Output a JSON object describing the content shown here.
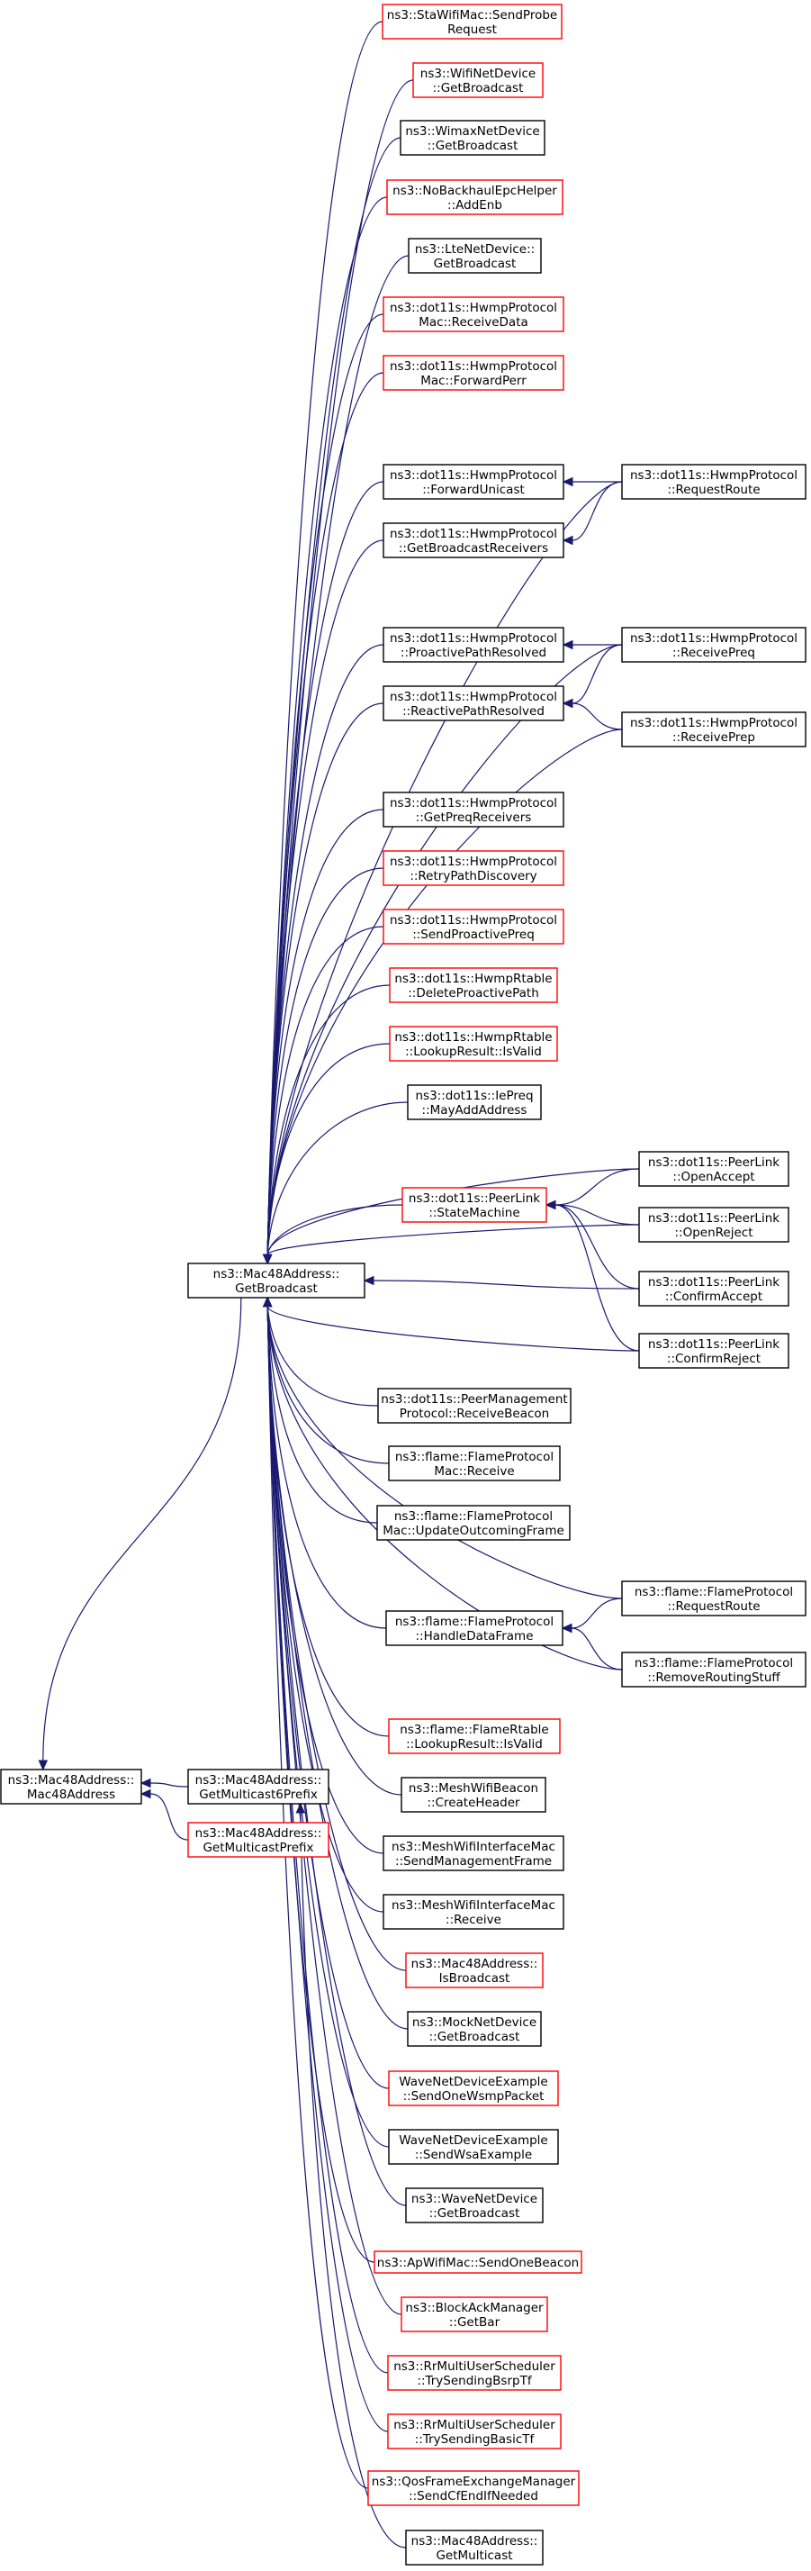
{
  "colors": {
    "edge": "#191970",
    "node_border_normal": "#000000",
    "node_border_undocumented": "#ff0000",
    "root_fill": "#bfbfbf",
    "background": "#ffffff"
  },
  "nodes": [
    {
      "id": "root",
      "lines": [
        "ns3::Mac48Address::",
        "Mac48Address"
      ],
      "kind": "root"
    },
    {
      "id": "getBroadcast",
      "lines": [
        "ns3::Mac48Address::",
        "GetBroadcast"
      ],
      "kind": "normal"
    },
    {
      "id": "getMulticast6Prefix",
      "lines": [
        "ns3::Mac48Address::",
        "GetMulticast6Prefix"
      ],
      "kind": "normal"
    },
    {
      "id": "getMulticastPrefix",
      "lines": [
        "ns3::Mac48Address::",
        "GetMulticastPrefix"
      ],
      "kind": "red"
    },
    {
      "id": "staSendProbe",
      "lines": [
        "ns3::StaWifiMac::SendProbe",
        "Request"
      ],
      "kind": "red"
    },
    {
      "id": "wifiNetGetBroadcast",
      "lines": [
        "ns3::WifiNetDevice",
        "::GetBroadcast"
      ],
      "kind": "red"
    },
    {
      "id": "wimaxGetBroadcast",
      "lines": [
        "ns3::WimaxNetDevice",
        "::GetBroadcast"
      ],
      "kind": "normal"
    },
    {
      "id": "noBackhaulAddEnb",
      "lines": [
        "ns3::NoBackhaulEpcHelper",
        "::AddEnb"
      ],
      "kind": "red"
    },
    {
      "id": "lteGetBroadcast",
      "lines": [
        "ns3::LteNetDevice::",
        "GetBroadcast"
      ],
      "kind": "normal"
    },
    {
      "id": "hwmpMacReceiveData",
      "lines": [
        "ns3::dot11s::HwmpProtocol",
        "Mac::ReceiveData"
      ],
      "kind": "red"
    },
    {
      "id": "hwmpMacForwardPerr",
      "lines": [
        "ns3::dot11s::HwmpProtocol",
        "Mac::ForwardPerr"
      ],
      "kind": "red"
    },
    {
      "id": "hwmpForwardUnicast",
      "lines": [
        "ns3::dot11s::HwmpProtocol",
        "::ForwardUnicast"
      ],
      "kind": "normal"
    },
    {
      "id": "hwmpRequestRoute",
      "lines": [
        "ns3::dot11s::HwmpProtocol",
        "::RequestRoute"
      ],
      "kind": "normal"
    },
    {
      "id": "hwmpGetBroadcastReceivers",
      "lines": [
        "ns3::dot11s::HwmpProtocol",
        "::GetBroadcastReceivers"
      ],
      "kind": "normal"
    },
    {
      "id": "hwmpProactivePathResolved",
      "lines": [
        "ns3::dot11s::HwmpProtocol",
        "::ProactivePathResolved"
      ],
      "kind": "normal"
    },
    {
      "id": "hwmpReceivePreq",
      "lines": [
        "ns3::dot11s::HwmpProtocol",
        "::ReceivePreq"
      ],
      "kind": "normal"
    },
    {
      "id": "hwmpReactivePathResolved",
      "lines": [
        "ns3::dot11s::HwmpProtocol",
        "::ReactivePathResolved"
      ],
      "kind": "normal"
    },
    {
      "id": "hwmpReceivePrep",
      "lines": [
        "ns3::dot11s::HwmpProtocol",
        "::ReceivePrep"
      ],
      "kind": "normal"
    },
    {
      "id": "hwmpGetPreqReceivers",
      "lines": [
        "ns3::dot11s::HwmpProtocol",
        "::GetPreqReceivers"
      ],
      "kind": "normal"
    },
    {
      "id": "hwmpRetryPathDiscovery",
      "lines": [
        "ns3::dot11s::HwmpProtocol",
        "::RetryPathDiscovery"
      ],
      "kind": "red"
    },
    {
      "id": "hwmpSendProactivePreq",
      "lines": [
        "ns3::dot11s::HwmpProtocol",
        "::SendProactivePreq"
      ],
      "kind": "red"
    },
    {
      "id": "hwmpRtableDeleteProactive",
      "lines": [
        "ns3::dot11s::HwmpRtable",
        "::DeleteProactivePath"
      ],
      "kind": "red"
    },
    {
      "id": "hwmpRtableLookupIsValid",
      "lines": [
        "ns3::dot11s::HwmpRtable",
        "::LookupResult::IsValid"
      ],
      "kind": "red"
    },
    {
      "id": "iePreqMayAdd",
      "lines": [
        "ns3::dot11s::IePreq",
        "::MayAddAddress"
      ],
      "kind": "normal"
    },
    {
      "id": "peerLinkOpenAccept",
      "lines": [
        "ns3::dot11s::PeerLink",
        "::OpenAccept"
      ],
      "kind": "normal"
    },
    {
      "id": "peerLinkStateMachine",
      "lines": [
        "ns3::dot11s::PeerLink",
        "::StateMachine"
      ],
      "kind": "red"
    },
    {
      "id": "peerLinkOpenReject",
      "lines": [
        "ns3::dot11s::PeerLink",
        "::OpenReject"
      ],
      "kind": "normal"
    },
    {
      "id": "peerLinkConfirmAccept",
      "lines": [
        "ns3::dot11s::PeerLink",
        "::ConfirmAccept"
      ],
      "kind": "normal"
    },
    {
      "id": "peerLinkConfirmReject",
      "lines": [
        "ns3::dot11s::PeerLink",
        "::ConfirmReject"
      ],
      "kind": "normal"
    },
    {
      "id": "peerMgmtReceiveBeacon",
      "lines": [
        "ns3::dot11s::PeerManagement",
        "Protocol::ReceiveBeacon"
      ],
      "kind": "normal"
    },
    {
      "id": "flameMacReceive",
      "lines": [
        "ns3::flame::FlameProtocol",
        "Mac::Receive"
      ],
      "kind": "normal"
    },
    {
      "id": "flameMacUpdateOutgoing",
      "lines": [
        "ns3::flame::FlameProtocol",
        "Mac::UpdateOutcomingFrame"
      ],
      "kind": "normal"
    },
    {
      "id": "flameRequestRoute",
      "lines": [
        "ns3::flame::FlameProtocol",
        "::RequestRoute"
      ],
      "kind": "normal"
    },
    {
      "id": "flameHandleDataFrame",
      "lines": [
        "ns3::flame::FlameProtocol",
        "::HandleDataFrame"
      ],
      "kind": "normal"
    },
    {
      "id": "flameRemoveRouting",
      "lines": [
        "ns3::flame::FlameProtocol",
        "::RemoveRoutingStuff"
      ],
      "kind": "normal"
    },
    {
      "id": "flameRtableLookupIsValid",
      "lines": [
        "ns3::flame::FlameRtable",
        "::LookupResult::IsValid"
      ],
      "kind": "red"
    },
    {
      "id": "meshBeaconCreateHeader",
      "lines": [
        "ns3::MeshWifiBeacon",
        "::CreateHeader"
      ],
      "kind": "normal"
    },
    {
      "id": "meshIfSendMgmt",
      "lines": [
        "ns3::MeshWifiInterfaceMac",
        "::SendManagementFrame"
      ],
      "kind": "normal"
    },
    {
      "id": "meshIfReceive",
      "lines": [
        "ns3::MeshWifiInterfaceMac",
        "::Receive"
      ],
      "kind": "normal"
    },
    {
      "id": "isBroadcast",
      "lines": [
        "ns3::Mac48Address::",
        "IsBroadcast"
      ],
      "kind": "red"
    },
    {
      "id": "mockGetBroadcast",
      "lines": [
        "ns3::MockNetDevice",
        "::GetBroadcast"
      ],
      "kind": "normal"
    },
    {
      "id": "waveExSendOneWsmp",
      "lines": [
        "WaveNetDeviceExample",
        "::SendOneWsmpPacket"
      ],
      "kind": "red"
    },
    {
      "id": "waveExSendWsa",
      "lines": [
        "WaveNetDeviceExample",
        "::SendWsaExample"
      ],
      "kind": "normal"
    },
    {
      "id": "waveGetBroadcast",
      "lines": [
        "ns3::WaveNetDevice",
        "::GetBroadcast"
      ],
      "kind": "normal"
    },
    {
      "id": "apSendOneBeacon",
      "lines": [
        "ns3::ApWifiMac::SendOneBeacon"
      ],
      "kind": "red"
    },
    {
      "id": "blockAckGetBar",
      "lines": [
        "ns3::BlockAckManager",
        "::GetBar"
      ],
      "kind": "red"
    },
    {
      "id": "rrTrySendingBsrpTf",
      "lines": [
        "ns3::RrMultiUserScheduler",
        "::TrySendingBsrpTf"
      ],
      "kind": "red"
    },
    {
      "id": "rrTrySendingBasicTf",
      "lines": [
        "ns3::RrMultiUserScheduler",
        "::TrySendingBasicTf"
      ],
      "kind": "red"
    },
    {
      "id": "qosSendCfEnd",
      "lines": [
        "ns3::QosFrameExchangeManager",
        "::SendCfEndIfNeeded"
      ],
      "kind": "red"
    },
    {
      "id": "getMulticast",
      "lines": [
        "ns3::Mac48Address::",
        "GetMulticast"
      ],
      "kind": "normal"
    }
  ],
  "edges": [
    {
      "from": "getBroadcast",
      "to": "root"
    },
    {
      "from": "getMulticast6Prefix",
      "to": "root"
    },
    {
      "from": "getMulticastPrefix",
      "to": "root"
    },
    {
      "from": "staSendProbe",
      "to": "getBroadcast"
    },
    {
      "from": "wifiNetGetBroadcast",
      "to": "getBroadcast"
    },
    {
      "from": "wimaxGetBroadcast",
      "to": "getBroadcast"
    },
    {
      "from": "noBackhaulAddEnb",
      "to": "getBroadcast"
    },
    {
      "from": "lteGetBroadcast",
      "to": "getBroadcast"
    },
    {
      "from": "hwmpMacReceiveData",
      "to": "getBroadcast"
    },
    {
      "from": "hwmpMacForwardPerr",
      "to": "getBroadcast"
    },
    {
      "from": "hwmpForwardUnicast",
      "to": "getBroadcast"
    },
    {
      "from": "hwmpRequestRoute",
      "to": "getBroadcast"
    },
    {
      "from": "hwmpGetBroadcastReceivers",
      "to": "getBroadcast"
    },
    {
      "from": "hwmpProactivePathResolved",
      "to": "getBroadcast"
    },
    {
      "from": "hwmpReceivePreq",
      "to": "getBroadcast"
    },
    {
      "from": "hwmpReactivePathResolved",
      "to": "getBroadcast"
    },
    {
      "from": "hwmpReceivePrep",
      "to": "getBroadcast"
    },
    {
      "from": "hwmpGetPreqReceivers",
      "to": "getBroadcast"
    },
    {
      "from": "hwmpRetryPathDiscovery",
      "to": "getBroadcast"
    },
    {
      "from": "hwmpSendProactivePreq",
      "to": "getBroadcast"
    },
    {
      "from": "hwmpRtableDeleteProactive",
      "to": "getBroadcast"
    },
    {
      "from": "hwmpRtableLookupIsValid",
      "to": "getBroadcast"
    },
    {
      "from": "iePreqMayAdd",
      "to": "getBroadcast"
    },
    {
      "from": "peerLinkOpenAccept",
      "to": "getBroadcast"
    },
    {
      "from": "peerLinkStateMachine",
      "to": "getBroadcast"
    },
    {
      "from": "peerLinkOpenReject",
      "to": "getBroadcast"
    },
    {
      "from": "peerLinkConfirmAccept",
      "to": "getBroadcast"
    },
    {
      "from": "peerLinkConfirmReject",
      "to": "getBroadcast"
    },
    {
      "from": "peerMgmtReceiveBeacon",
      "to": "getBroadcast"
    },
    {
      "from": "flameMacReceive",
      "to": "getBroadcast"
    },
    {
      "from": "flameMacUpdateOutgoing",
      "to": "getBroadcast"
    },
    {
      "from": "flameRequestRoute",
      "to": "getBroadcast"
    },
    {
      "from": "flameHandleDataFrame",
      "to": "getBroadcast"
    },
    {
      "from": "flameRemoveRouting",
      "to": "getBroadcast"
    },
    {
      "from": "flameRtableLookupIsValid",
      "to": "getBroadcast"
    },
    {
      "from": "meshBeaconCreateHeader",
      "to": "getBroadcast"
    },
    {
      "from": "meshIfSendMgmt",
      "to": "getBroadcast"
    },
    {
      "from": "meshIfReceive",
      "to": "getBroadcast"
    },
    {
      "from": "isBroadcast",
      "to": "getBroadcast"
    },
    {
      "from": "mockGetBroadcast",
      "to": "getBroadcast"
    },
    {
      "from": "waveExSendOneWsmp",
      "to": "getBroadcast"
    },
    {
      "from": "waveExSendWsa",
      "to": "getBroadcast"
    },
    {
      "from": "waveGetBroadcast",
      "to": "getBroadcast"
    },
    {
      "from": "apSendOneBeacon",
      "to": "getBroadcast"
    },
    {
      "from": "blockAckGetBar",
      "to": "getBroadcast"
    },
    {
      "from": "rrTrySendingBsrpTf",
      "to": "getBroadcast"
    },
    {
      "from": "rrTrySendingBasicTf",
      "to": "getBroadcast"
    },
    {
      "from": "qosSendCfEnd",
      "to": "getBroadcast"
    },
    {
      "from": "hwmpRequestRoute",
      "to": "hwmpForwardUnicast"
    },
    {
      "from": "hwmpRequestRoute",
      "to": "hwmpGetBroadcastReceivers"
    },
    {
      "from": "hwmpReceivePreq",
      "to": "hwmpProactivePathResolved"
    },
    {
      "from": "hwmpReceivePreq",
      "to": "hwmpReactivePathResolved"
    },
    {
      "from": "hwmpReceivePrep",
      "to": "hwmpReactivePathResolved"
    },
    {
      "from": "peerLinkOpenAccept",
      "to": "peerLinkStateMachine"
    },
    {
      "from": "peerLinkOpenReject",
      "to": "peerLinkStateMachine"
    },
    {
      "from": "peerLinkConfirmAccept",
      "to": "peerLinkStateMachine"
    },
    {
      "from": "peerLinkConfirmReject",
      "to": "peerLinkStateMachine"
    },
    {
      "from": "flameRequestRoute",
      "to": "flameHandleDataFrame"
    },
    {
      "from": "flameRemoveRouting",
      "to": "flameHandleDataFrame"
    },
    {
      "from": "getMulticast",
      "to": "getMulticast6Prefix"
    }
  ]
}
